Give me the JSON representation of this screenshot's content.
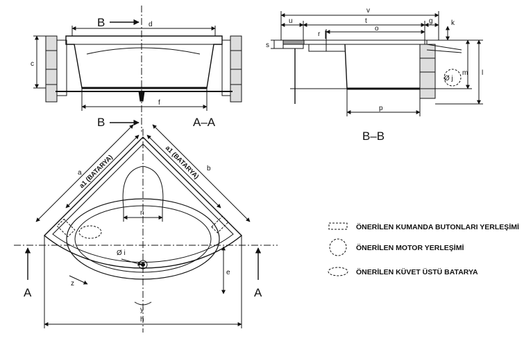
{
  "section_aa": {
    "cut_marker_top": "B",
    "cut_marker_bottom": "B",
    "title": "A–A",
    "dims": {
      "d": "d",
      "c": "c",
      "f": "f"
    }
  },
  "section_bb": {
    "title": "B–B",
    "dims": {
      "v": "v",
      "u": "u",
      "t": "t",
      "o": "o",
      "g": "g",
      "k": "k",
      "r": "r",
      "s": "s",
      "m": "m",
      "l": "l",
      "j": "Ø j",
      "p": "p"
    }
  },
  "plan": {
    "dims": {
      "a": "a",
      "b": "b",
      "a1_left": "a1 (BATARYA)",
      "a1_right": "a1 (BATARYA)",
      "n": "n",
      "i": "Ø i",
      "z": "z",
      "e": "e",
      "y": "y",
      "h": "h"
    },
    "section_left": "A",
    "section_right": "A"
  },
  "legend": {
    "items": [
      {
        "icon": "dashed-rectangle-icon",
        "label": "ÖNERİLEN KUMANDA BUTONLARI YERLEŞİMİ"
      },
      {
        "icon": "dashed-circle-icon",
        "label": "ÖNERİLEN MOTOR YERLEŞİMİ"
      },
      {
        "icon": "dashed-oval-icon",
        "label": "ÖNERİLEN KÜVET ÜSTÜ BATARYA"
      }
    ]
  }
}
